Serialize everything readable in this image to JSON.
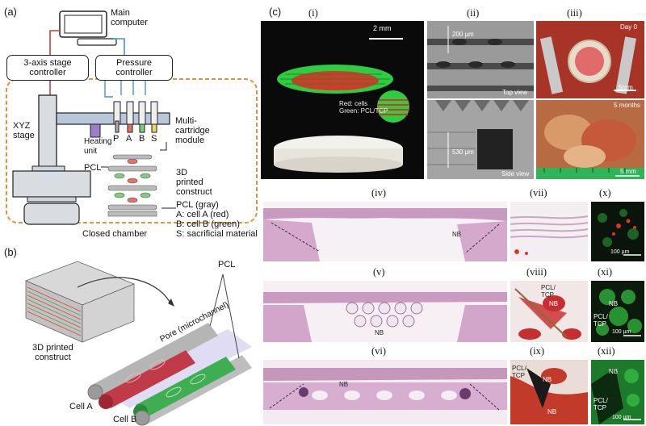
{
  "panel_a": {
    "label": "(a)",
    "main_computer": "Main\ncomputer",
    "stage_controller": "3-axis stage\ncontroller",
    "pressure_controller": "Pressure\ncontroller",
    "xyz_stage": "XYZ\nstage",
    "heating_unit": "Heating\nunit",
    "cartridges": [
      "P",
      "A",
      "B",
      "S"
    ],
    "multi_cartridge": "Multi-\ncartridge\nmodule",
    "pcl": "PCL",
    "construct": "3D\nprinted\nconstruct",
    "legend": [
      "PCL (gray)",
      "A: cell A (red)",
      "B: cell B (green)",
      "S: sacrificial material"
    ],
    "closed_chamber": "Closed chamber",
    "colors": {
      "chamber": "#e8913a",
      "line_red": "#d23a3a",
      "line_blue": "#4c8fd6",
      "cell_red": "#e2716a",
      "cell_green": "#7fcf7a"
    }
  },
  "panel_b": {
    "label": "(b)",
    "construct": "3D printed\nconstruct",
    "pcl": "PCL",
    "pore": "Pore (microchannel)",
    "cell_a": "Cell A",
    "cell_b": "Cell B"
  },
  "panel_c": {
    "label": "(c)",
    "columns": [
      "(i)",
      "(ii)",
      "(iii)"
    ],
    "i_scale": "2 mm",
    "i_legend": "Red: cells\nGreen: PCL/TCP",
    "ii_top_scale": "200 µm",
    "ii_top_view": "Top view",
    "ii_side_scale": "530 µm",
    "ii_side_view": "Side view",
    "iii_day0": "Day 0",
    "iii_scale1": "5mm",
    "iii_5months": "5 months",
    "iii_scale2": "5 mm",
    "rows": [
      "(iv)",
      "(vii)",
      "(x)",
      "(v)",
      "(viii)",
      "(xi)",
      "(vi)",
      "(ix)",
      "(xii)"
    ],
    "nb": "NB",
    "pcl_tcp": "PCL/\nTCP",
    "scale_100": "100 µm"
  }
}
